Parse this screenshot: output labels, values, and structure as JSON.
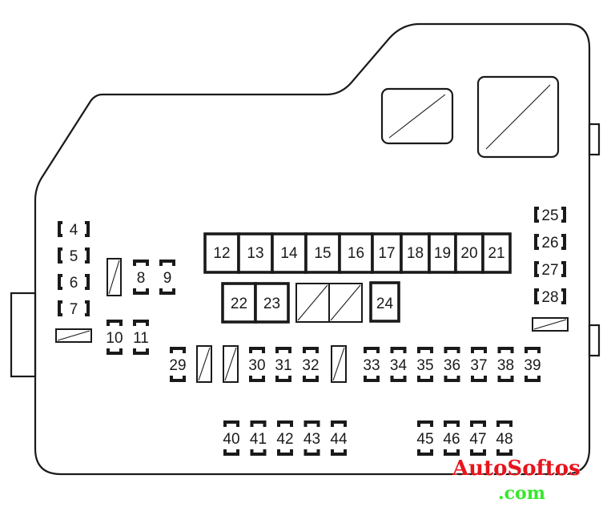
{
  "diagram": {
    "title": "Fuse box layout",
    "colors": {
      "line": "#1a1a1a",
      "background": "#ffffff",
      "watermark_red": "#e8141b",
      "watermark_green": "#35e82a"
    },
    "left_column_fuses": [
      "4",
      "5",
      "6",
      "7"
    ],
    "small_vertical_fuses": [
      "8",
      "9",
      "10",
      "11"
    ],
    "upper_relay_row": [
      "12",
      "13",
      "14",
      "15",
      "16",
      "17",
      "18",
      "19",
      "20",
      "21"
    ],
    "lower_relay_group": [
      "22",
      "23"
    ],
    "single_relay": "24",
    "right_column_fuses": [
      "25",
      "26",
      "27",
      "28"
    ],
    "middle_row_fuses_left": [
      "29",
      "30",
      "31",
      "32"
    ],
    "middle_row_fuses_right": [
      "33",
      "34",
      "35",
      "36",
      "37",
      "38",
      "39"
    ],
    "bottom_row_left": [
      "40",
      "41",
      "42",
      "43",
      "44"
    ],
    "bottom_row_right": [
      "45",
      "46",
      "47",
      "48"
    ]
  },
  "watermark": {
    "brand": "AutoSoftos",
    "suffix": ".com"
  }
}
